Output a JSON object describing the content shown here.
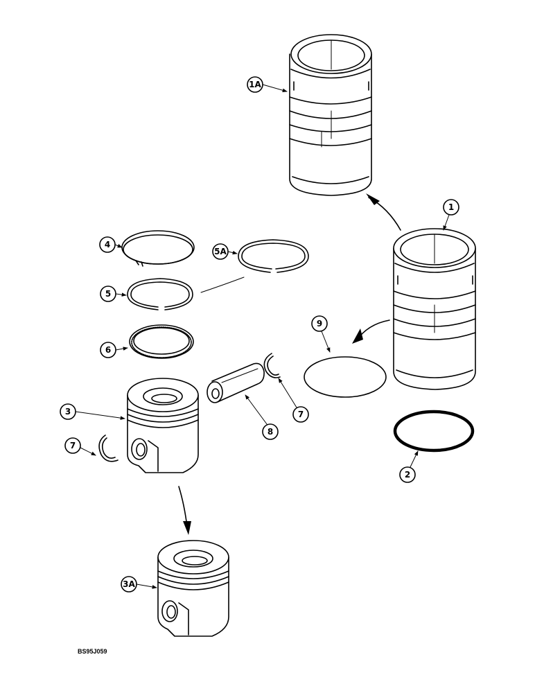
{
  "callouts": {
    "c1a": "1A",
    "c1": "1",
    "c2": "2",
    "c3": "3",
    "c3a": "3A",
    "c4": "4",
    "c5": "5",
    "c5a": "5A",
    "c6": "6",
    "c7a": "7",
    "c7b": "7",
    "c8": "8",
    "c9": "9"
  },
  "drawing_code": "BS95J059"
}
